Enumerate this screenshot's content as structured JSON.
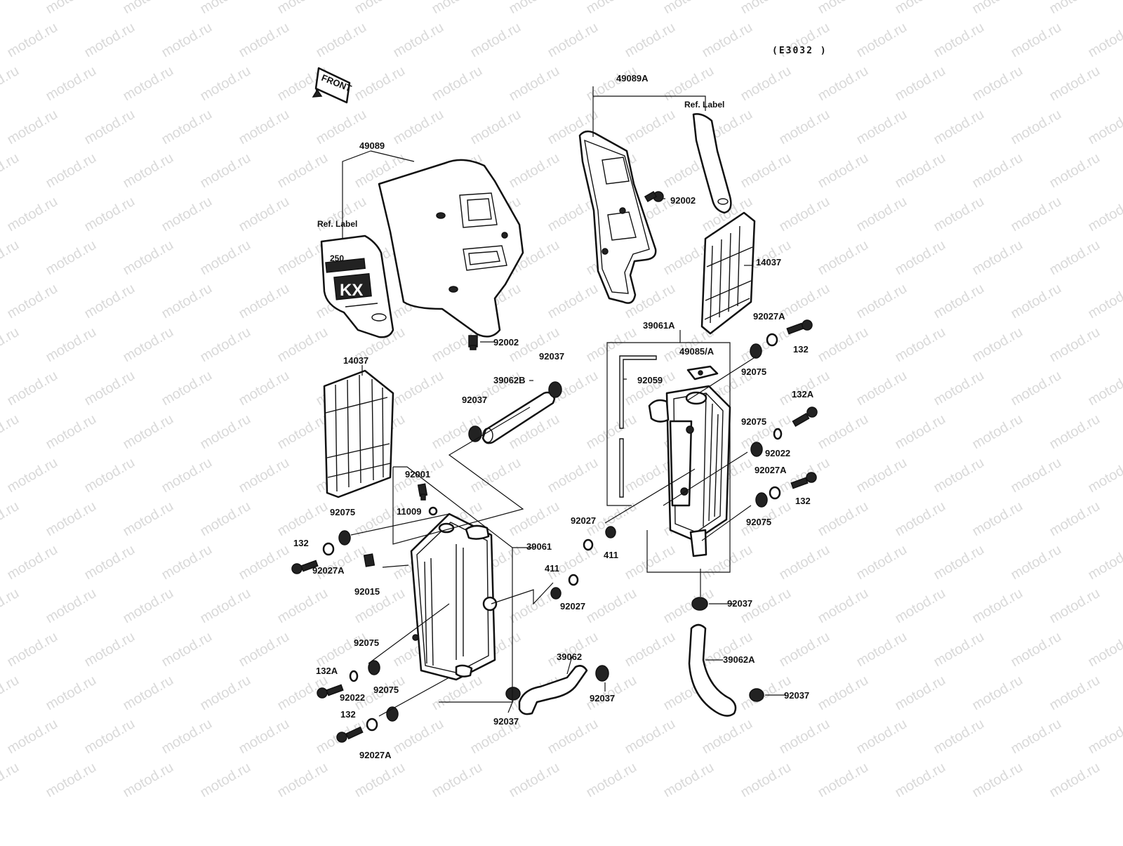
{
  "diagram": {
    "code": "(E3032 )",
    "front_label": "FRONT",
    "watermark": "motod.ru",
    "ref_labels": {
      "left": "Ref. Label",
      "right": "Ref. Label"
    },
    "decal_text": {
      "model": "250",
      "brand": "KX"
    },
    "parts": [
      "49089A",
      "49089",
      "92002",
      "92002",
      "14037",
      "14037",
      "39061A",
      "92027A",
      "132",
      "49085/A",
      "92059",
      "92075",
      "132A",
      "92075",
      "92022",
      "92027A",
      "132",
      "92075",
      "92037",
      "39062B",
      "92037",
      "92001",
      "11009",
      "92075",
      "132",
      "92027A",
      "92015",
      "39061",
      "92027",
      "411",
      "411",
      "92027",
      "92037",
      "39062A",
      "39062",
      "92037",
      "92075",
      "132A",
      "92022",
      "92075",
      "92037",
      "92037",
      "132",
      "92027A"
    ]
  }
}
